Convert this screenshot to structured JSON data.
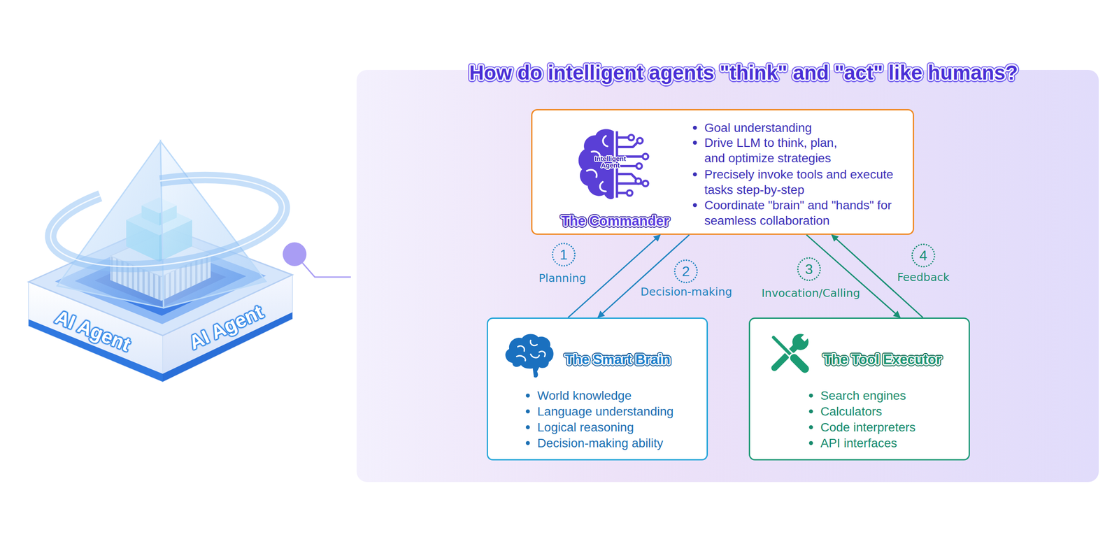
{
  "diagram": {
    "title": "How do intelligent agents \"think\" and \"act\" like humans?",
    "nodes": [
      {
        "text": [
          "The Commander",
          "Goal understanding",
          "Drive LLM to think, plan, and optimize strategies",
          "Precisely invoke tools and execute tasks step-by-step",
          "Coordinate \"brain\" and \"hands\" for seamless collaboration"
        ]
      },
      {
        "text": [
          "The Smart Brain",
          "World knowledge",
          "Language understanding",
          "Logical reasoning",
          "Decision-making ability"
        ]
      },
      {
        "text": [
          "The Tool Executor",
          "Search engines",
          "Calculators",
          "Code interpreters",
          "API interfaces"
        ]
      }
    ],
    "edges": [
      {
        "from": 1,
        "to": 0,
        "label": "Planning",
        "arrow": "to"
      },
      {
        "from": 0,
        "to": 1,
        "label": "Decision-making",
        "arrow": "to"
      },
      {
        "from": 0,
        "to": 2,
        "label": "Invocation/Calling",
        "arrow": "to"
      },
      {
        "from": 2,
        "to": 0,
        "label": "Feedback",
        "arrow": "to"
      }
    ],
    "labels": [
      "AI Agent",
      "AI Agent",
      "Intelligent Agent",
      "1",
      "2",
      "3",
      "4"
    ]
  }
}
